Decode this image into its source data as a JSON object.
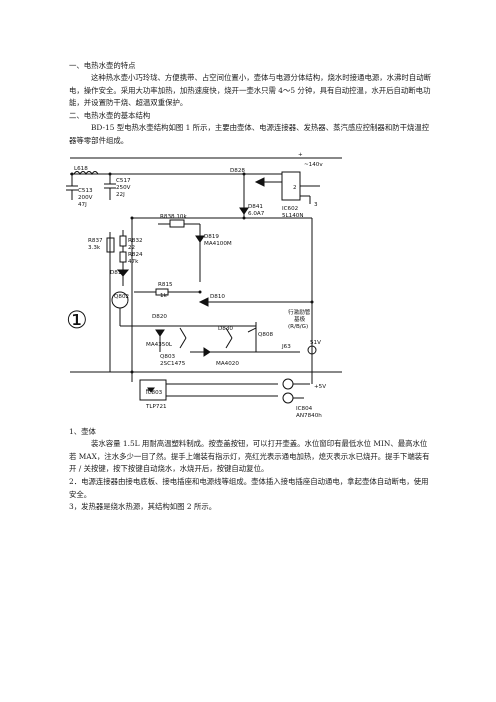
{
  "doc": {
    "h1": "一、电热水壶的特点",
    "p1": "这种热水壶小巧玲珑、方便携带、占空间位置小，壶体与电源分体结构，烧水时接通电源，水沸时自动断电，操作安全。采用大功率加热，加热速度快，烧开一壶水只需 4～5 分钟，具有自动控温，水开后自动断电功能，并设置防干烧、超温双重保护。",
    "h2": "二、电热水壶的基本结构",
    "p2": "BD-15 型电热水壶结构如图 1 所示，主要由壶体、电源连接器、发热器、蒸汽感应控制器和防干烧温控器等零部件组成。",
    "s1": "1、壶体",
    "p3": "装水容量 1.5L 用耐高温塑料制成。按壶盖按钮，可以打开壶盖。水位窗印有最低水位 MIN、最高水位若 MAX，注水多少一目了然。提手上端装有指示灯，亮红光表示通电加热，熄灭表示水已烧开。提手下端装有开 / 关按键，按下按键自动烧水，水烧开后，按键自动复位。",
    "p4": "2．电源连接器由接电底板、接电插座和电源线等组成。壶体插入接电插座自动通电，拿起壶体自动断电，使用安全。",
    "p5": "3，发热器是绕水热源，其结构如图 2 所示。"
  },
  "schematic": {
    "figure_number": "①",
    "labels": {
      "ac_plus": "+",
      "ac_volt": "~140v",
      "l618": "L618",
      "c513": "C513",
      "c513_v": "200V",
      "c513_c": "47J",
      "c517": "C517",
      "c517_v": "250V",
      "c517_c": "22J",
      "d828": "D828",
      "d841": "D841",
      "d841_v": "6.0A7",
      "ic602": "IC602",
      "ic602_p": "5L140N",
      "pin2": "2",
      "pin3": "3",
      "r838": "R838  10k",
      "d819": "D819",
      "d819_p": "MA4100M",
      "r837": "R837",
      "r837_v": "3.3k",
      "r832": "R832",
      "r832_v": "22",
      "r824": "R824",
      "r824_v": "47k",
      "d816": "D816",
      "r815": "R815",
      "r815_v": "1k",
      "d810": "D810",
      "q802": "Q802",
      "d820": "D820",
      "d830": "D830",
      "q808": "Q808",
      "ma4350l": "MA4350L",
      "q803": "Q803",
      "q803_p": "2SC1475",
      "ma4020": "MA4020",
      "signal1": "行激励管",
      "signal2": "基极",
      "signal3": "(R/B/G)",
      "j63": "J63",
      "sw": "51V",
      "ic803": "IC803",
      "ic803_p": "TLP721",
      "v5": "+5V",
      "ic804": "IC804",
      "ic804_p": "AN7840h"
    }
  }
}
